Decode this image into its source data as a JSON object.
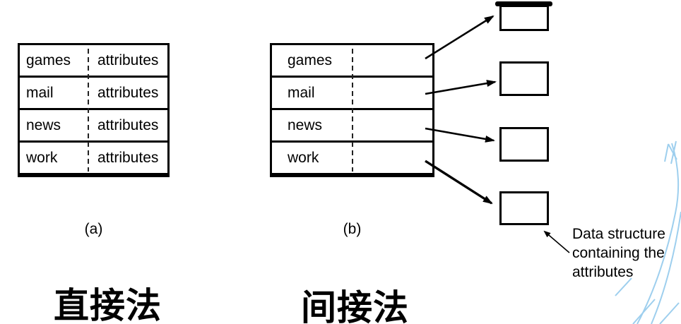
{
  "tables": {
    "a": {
      "caption": "(a)",
      "rows": [
        {
          "name": "games",
          "attr": "attributes"
        },
        {
          "name": "mail",
          "attr": "attributes"
        },
        {
          "name": "news",
          "attr": "attributes"
        },
        {
          "name": "work",
          "attr": "attributes"
        }
      ]
    },
    "b": {
      "caption": "(b)",
      "rows": [
        {
          "name": "games"
        },
        {
          "name": "mail"
        },
        {
          "name": "news"
        },
        {
          "name": "work"
        }
      ]
    }
  },
  "labels": {
    "direct": "直接法",
    "indirect": "间接法"
  },
  "annotation": {
    "lines": [
      "Data structure",
      "containing the",
      "attributes"
    ]
  },
  "colors": {
    "ink": "#000000",
    "watermark": "#9ecfee"
  }
}
